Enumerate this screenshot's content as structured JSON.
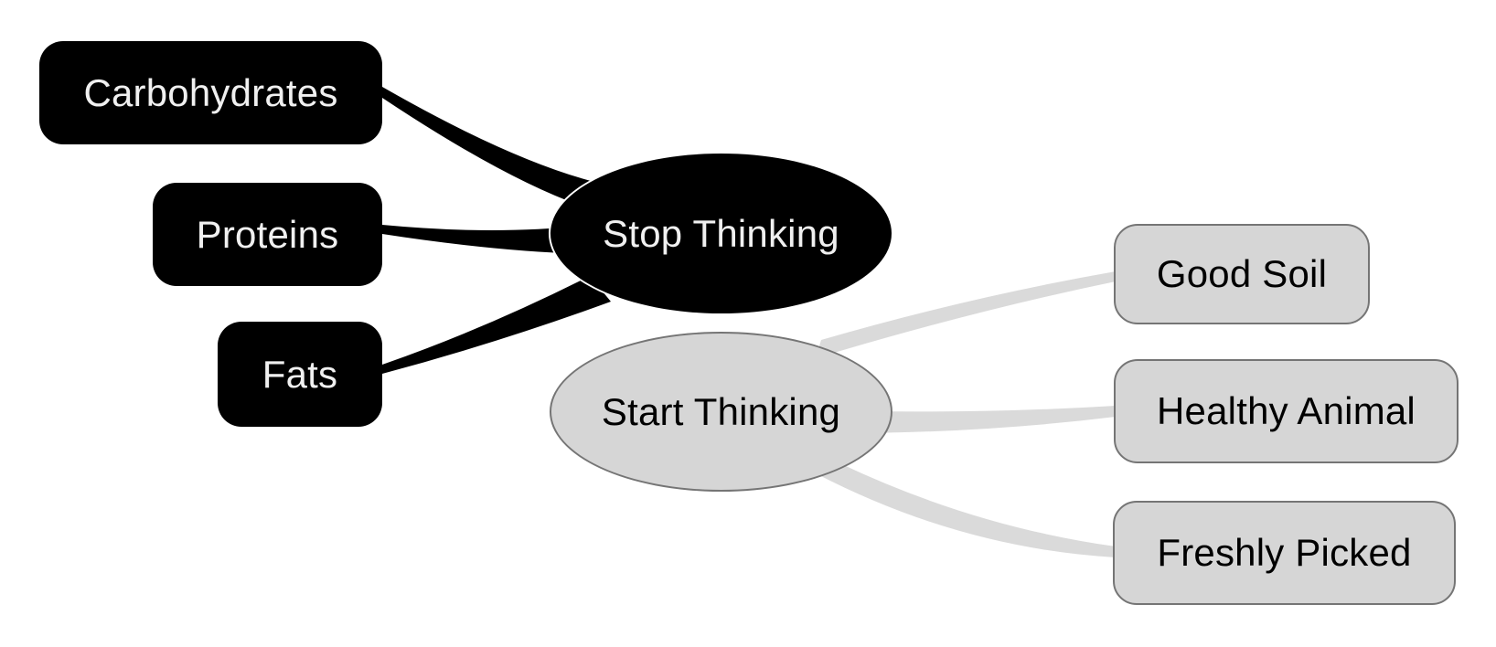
{
  "mindmap": {
    "hubs": {
      "stop_thinking": {
        "label": "Stop Thinking",
        "theme": "dark",
        "shape": "ellipse"
      },
      "start_thinking": {
        "label": "Start Thinking",
        "theme": "light",
        "shape": "ellipse"
      }
    },
    "leaves": {
      "carbohydrates": {
        "label": "Carbohydrates",
        "parent": "Stop Thinking",
        "theme": "dark"
      },
      "proteins": {
        "label": "Proteins",
        "parent": "Stop Thinking",
        "theme": "dark"
      },
      "fats": {
        "label": "Fats",
        "parent": "Stop Thinking",
        "theme": "dark"
      },
      "good_soil": {
        "label": "Good Soil",
        "parent": "Start Thinking",
        "theme": "light"
      },
      "healthy_animal": {
        "label": "Healthy Animal",
        "parent": "Start Thinking",
        "theme": "light"
      },
      "freshly_picked": {
        "label": "Freshly Picked",
        "parent": "Start Thinking",
        "theme": "light"
      }
    },
    "edges": [
      {
        "from": "Carbohydrates",
        "to": "Stop Thinking",
        "style": "dark"
      },
      {
        "from": "Proteins",
        "to": "Stop Thinking",
        "style": "dark"
      },
      {
        "from": "Fats",
        "to": "Stop Thinking",
        "style": "dark"
      },
      {
        "from": "Start Thinking",
        "to": "Good Soil",
        "style": "light"
      },
      {
        "from": "Start Thinking",
        "to": "Healthy Animal",
        "style": "light"
      },
      {
        "from": "Start Thinking",
        "to": "Freshly Picked",
        "style": "light"
      }
    ],
    "colors": {
      "background": "#ffffff",
      "dark_node_fill": "#000000",
      "dark_node_text": "#f0f0f0",
      "light_node_fill": "#d6d6d6",
      "light_node_border": "#757575",
      "light_node_text": "#000000",
      "dark_edge": "#000000",
      "light_edge": "#dadada"
    }
  }
}
